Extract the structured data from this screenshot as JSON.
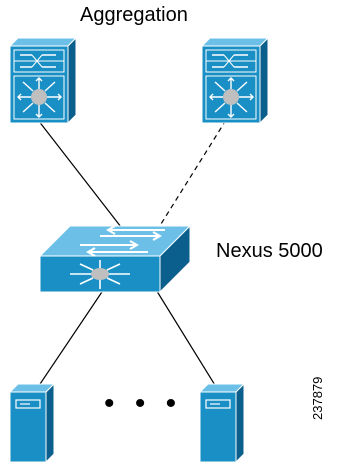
{
  "labels": {
    "aggregation": "Aggregation",
    "nexus": "Nexus 5000",
    "figure_id": "237879",
    "ellipsis": "• • •"
  },
  "colors": {
    "device_front": "#1a8fc6",
    "device_top": "#6cc0e8",
    "device_side": "#0b5f8c",
    "outline": "#ffffff",
    "link": "#000000"
  },
  "links": [
    {
      "from": "aggregation-switch-left",
      "to": "nexus-5000",
      "style": "solid"
    },
    {
      "from": "aggregation-switch-right",
      "to": "nexus-5000",
      "style": "dashed"
    },
    {
      "from": "nexus-5000",
      "to": "server-left",
      "style": "solid"
    },
    {
      "from": "nexus-5000",
      "to": "server-right",
      "style": "solid"
    }
  ]
}
